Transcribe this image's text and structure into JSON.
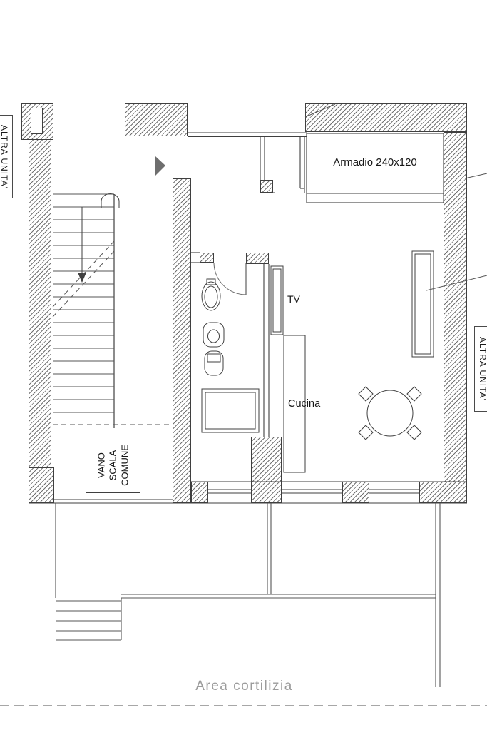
{
  "labels": {
    "altra_unita_left": "ALTRA UNITA'",
    "altra_unita_right": "ALTRA UNITA'",
    "armadio": "Armadio 240x120",
    "tv": "TV",
    "cucina": "Cucina",
    "vano_scala": {
      "line1": "VANO",
      "line2": "SCALA",
      "line3": "COMUNE"
    },
    "area_cortilizia": "Area  cortilizia"
  },
  "colors": {
    "background": "#ffffff",
    "wall_line": "#3f3f3f",
    "wall_hatch": "#707070",
    "label_text": "#161616",
    "muted_text": "#9b9b9b",
    "entry_marker": "#6e6e6e"
  }
}
